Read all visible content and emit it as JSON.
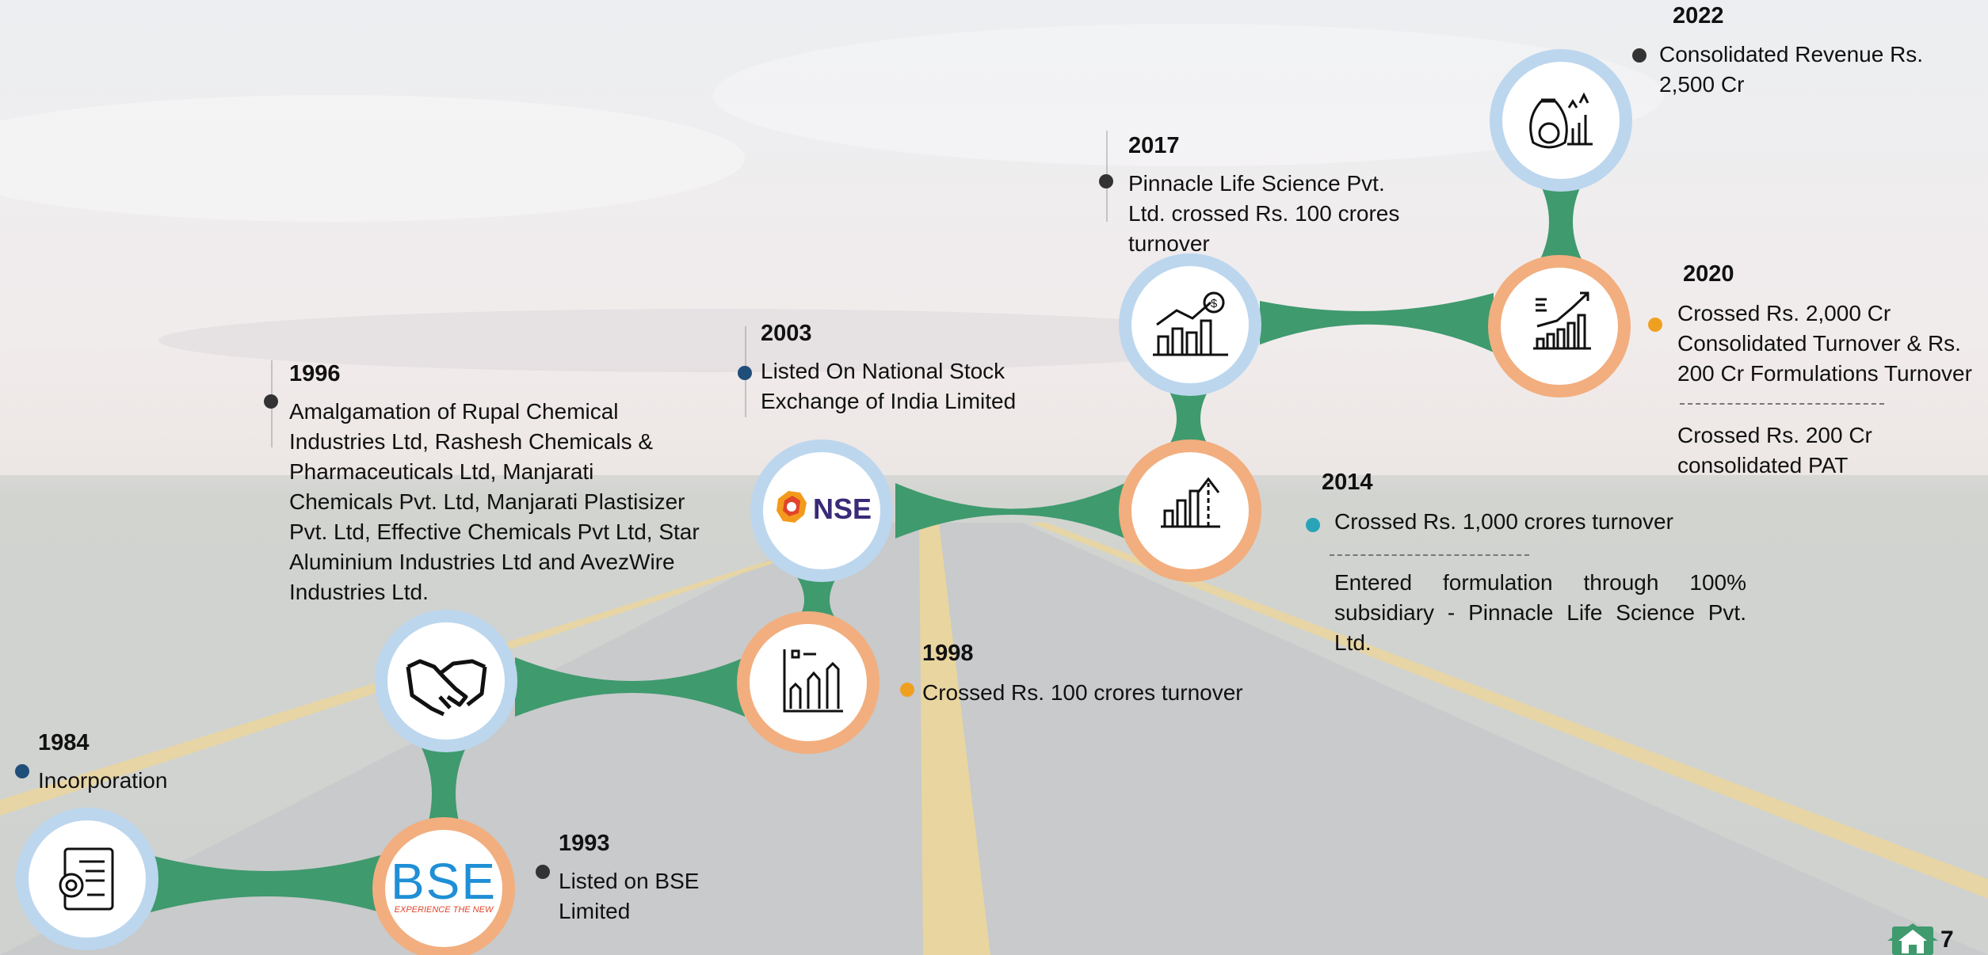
{
  "milestones": [
    {
      "year": "1984",
      "text": "Incorporation",
      "icon": "certificate-icon",
      "ring": "blue",
      "dot_color": "#1f4e79"
    },
    {
      "year": "1993",
      "text": "Listed on BSE Limited",
      "icon": "bse-logo",
      "ring": "orange",
      "dot_color": "#333333"
    },
    {
      "year": "1996",
      "text": "Amalgamation of Rupal Chemical Industries Ltd, Rashesh Chemicals & Pharmaceuticals Ltd, Manjarati Chemicals Pvt. Ltd, Manjarati Plastisizer Pvt. Ltd, Effective Chemicals Pvt Ltd, Star Aluminium Industries Ltd and AvezWire Industries Ltd.",
      "icon": "handshake-icon",
      "ring": "blue",
      "dot_color": "#333333"
    },
    {
      "year": "1998",
      "text": "Crossed Rs. 100 crores turnover",
      "icon": "growth-bars-icon",
      "ring": "orange",
      "dot_color": "#f0a020"
    },
    {
      "year": "2003",
      "text": "Listed On National Stock Exchange of India Limited",
      "icon": "nse-logo",
      "ring": "blue",
      "dot_color": "#1f4e79"
    },
    {
      "year": "2014",
      "text": "Crossed Rs. 1,000 crores turnover",
      "text2": "Entered formulation through 100% subsidiary - Pinnacle Life Science Pvt. Ltd.",
      "icon": "rising-chart-icon",
      "ring": "orange",
      "dot_color": "#29a3b8"
    },
    {
      "year": "2017",
      "text": "Pinnacle Life Science Pvt. Ltd. crossed Rs. 100 crores turnover",
      "icon": "dollar-chart-icon",
      "ring": "blue",
      "dot_color": "#333333"
    },
    {
      "year": "2020",
      "text": "Crossed Rs. 2,000 Cr Consolidated Turnover & Rs. 200 Cr Formulations Turnover",
      "text2": "Crossed Rs. 200 Cr consolidated PAT",
      "icon": "trend-up-icon",
      "ring": "orange",
      "dot_color": "#f0a020"
    },
    {
      "year": "2022",
      "text": "Consolidated Revenue Rs. 2,500 Cr",
      "icon": "money-bag-icon",
      "ring": "blue",
      "dot_color": "#333333"
    }
  ],
  "logos": {
    "nse": "NSE",
    "bse": "BSE",
    "bse_tagline": "EXPERIENCE THE NEW"
  },
  "colors": {
    "connector": "#3f9a6e",
    "ring_blue": "#bcd6ee",
    "ring_orange": "#f2ae7e",
    "nse_text": "#3a2a78",
    "bse_text": "#1f8fd6",
    "bse_tag": "#e0452b"
  },
  "footer": {
    "page_number": "7",
    "icon": "home-icon"
  }
}
